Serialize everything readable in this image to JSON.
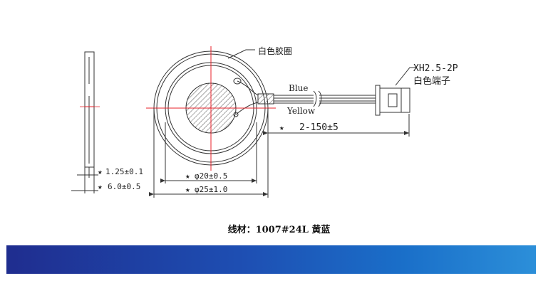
{
  "labels": {
    "ring_callout": "白色胶圈",
    "connector_model": "XH2.5-2P",
    "connector_desc": "白色端子",
    "wire_blue": "Blue",
    "wire_yellow": "Yellow",
    "lead_length": "2-150±5",
    "thickness_inner": "1.25±0.1",
    "thickness_total": "6.0±0.5",
    "diameter_inner": "φ20±0.5",
    "diameter_outer": "φ25±1.0",
    "star": "★"
  },
  "caption": "线材：1007#24L  黄蓝",
  "colors": {
    "centerline": "#e8202a",
    "outline": "#333333",
    "banner_start": "#1f2d8f",
    "banner_end": "#2c8fd9"
  }
}
